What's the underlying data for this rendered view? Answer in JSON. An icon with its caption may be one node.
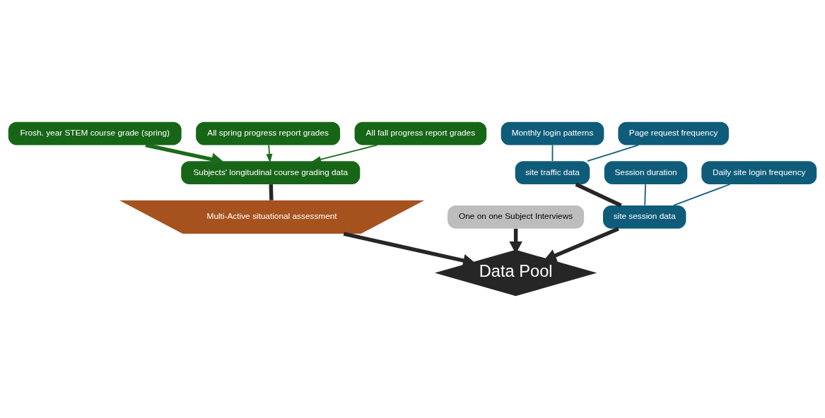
{
  "diagram": {
    "nodes": [
      {
        "text": [
          "Frosh. year STEM course grade (spring)"
        ]
      },
      {
        "text": [
          "All spring progress report grades"
        ]
      },
      {
        "text": [
          "All fall progress report grades"
        ]
      },
      {
        "text": [
          "Subjects' longitudinal course grading data"
        ]
      },
      {
        "text": [
          "One on one Subject Interviews"
        ]
      },
      {
        "text": [
          "site traffic data"
        ]
      },
      {
        "text": [
          "Monthly login patterns"
        ]
      },
      {
        "text": [
          "Page request frequency"
        ]
      },
      {
        "text": [
          "Multi-Active situational assessment"
        ]
      },
      {
        "text": [
          "site session data"
        ]
      },
      {
        "text": [
          "Session duration"
        ]
      },
      {
        "text": [
          "Daily site login frequency"
        ]
      },
      {
        "text": [
          "Data Pool"
        ]
      }
    ],
    "edges": [
      {
        "from": 0,
        "to": 3,
        "arrow": "to",
        "style": "thick",
        "color": "#1b6b1b"
      },
      {
        "from": 1,
        "to": 3,
        "arrow": "to",
        "color": "#1b6b1b"
      },
      {
        "from": 2,
        "to": 3,
        "arrow": "to",
        "color": "#1b6b1b"
      },
      {
        "from": 6,
        "to": 5,
        "arrow": "none",
        "color": "#125e7a"
      },
      {
        "from": 7,
        "to": 5,
        "arrow": "none",
        "color": "#125e7a"
      },
      {
        "from": 10,
        "to": 9,
        "arrow": "none",
        "color": "#125e7a"
      },
      {
        "from": 11,
        "to": 9,
        "arrow": "none",
        "color": "#125e7a"
      },
      {
        "from": 3,
        "to": 8,
        "arrow": "none",
        "style": "thick"
      },
      {
        "from": 8,
        "to": 12,
        "arrow": "to",
        "style": "thick"
      },
      {
        "from": 4,
        "to": 12,
        "arrow": "to",
        "style": "thick"
      },
      {
        "from": 5,
        "to": 9,
        "arrow": "none",
        "style": "thick"
      },
      {
        "from": 9,
        "to": 12,
        "arrow": "to",
        "style": "thick"
      }
    ]
  }
}
